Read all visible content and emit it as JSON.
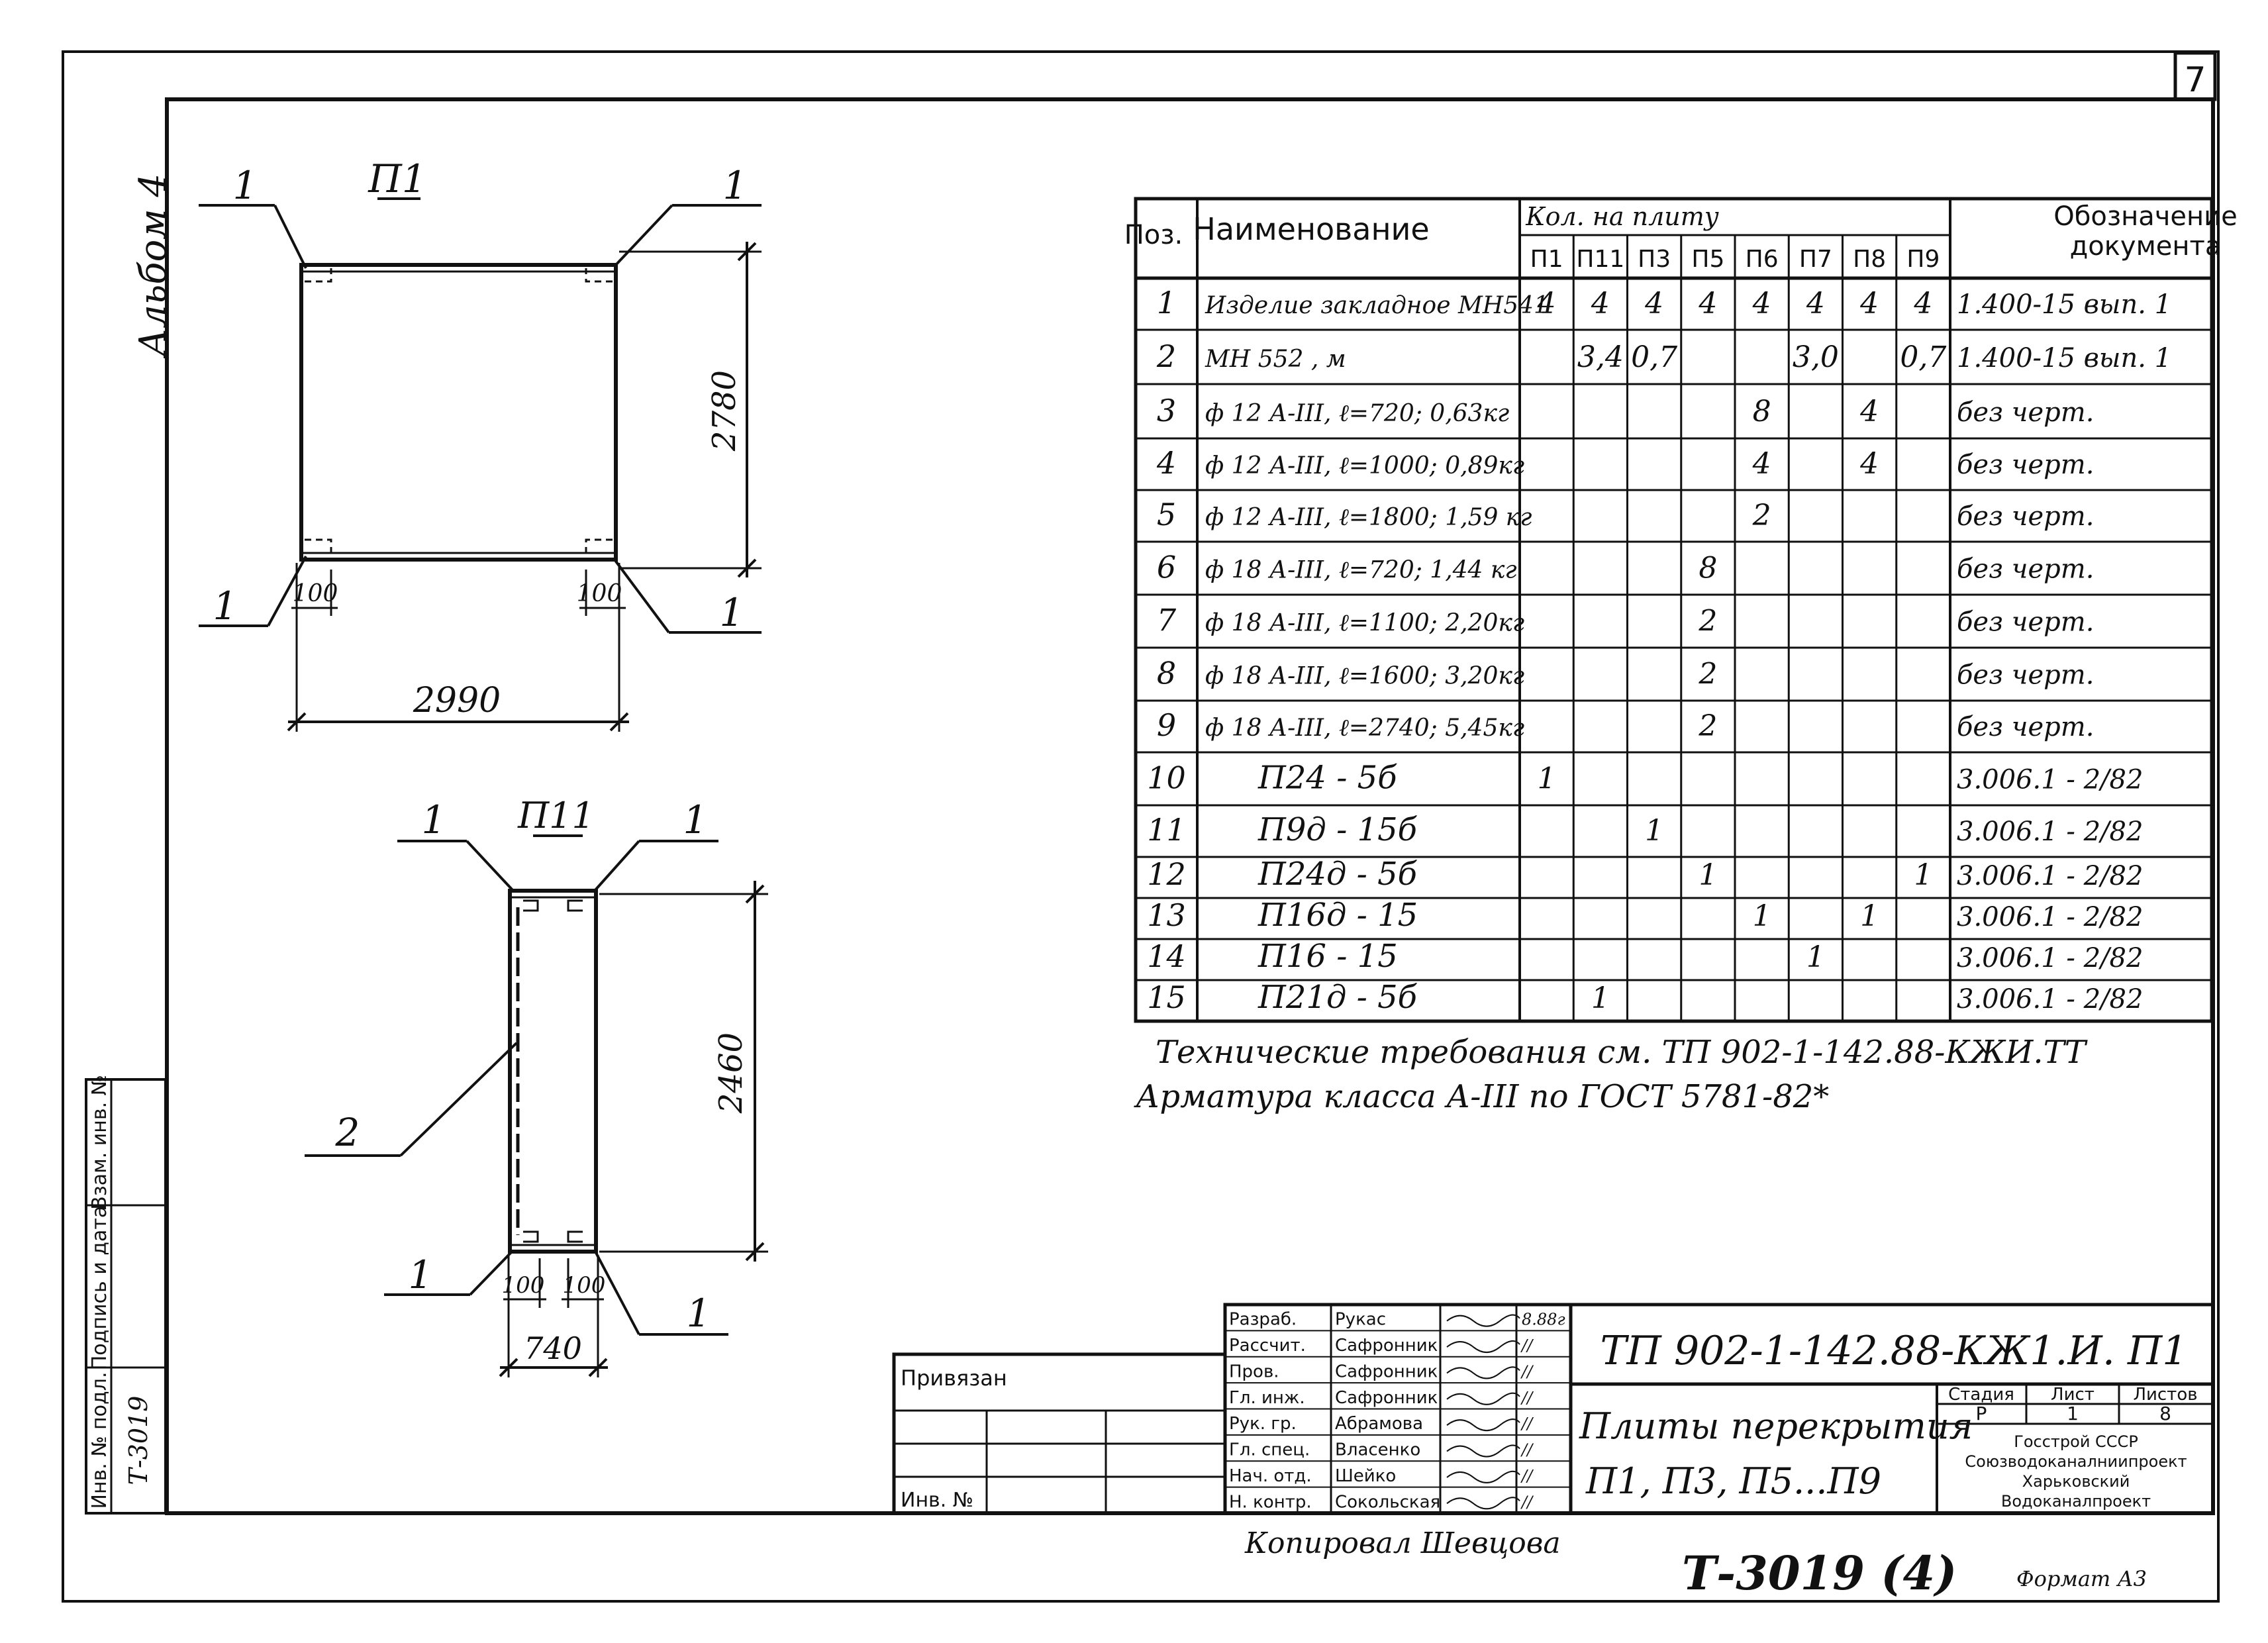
{
  "sheet_number": "7",
  "album_label": "Альбом 4",
  "drawing_p1": {
    "title": "П1",
    "callout_mark": "1",
    "dim_height": "2780",
    "dim_width": "2990",
    "dim_offset_left": "100",
    "dim_offset_right": "100"
  },
  "drawing_p11": {
    "title": "П11",
    "callout_mark": "1",
    "callout_bar": "2",
    "dim_height": "2460",
    "dim_width": "740",
    "dim_offset_left": "100",
    "dim_offset_right": "100"
  },
  "spec_table": {
    "header_pos": "Поз.",
    "header_name": "Наименование",
    "header_qty": "Кол. на плиту",
    "header_doc_line1": "Обозначение",
    "header_doc_line2": "документа",
    "plate_columns": [
      "П1",
      "П11",
      "П3",
      "П5",
      "П6",
      "П7",
      "П8",
      "П9"
    ],
    "rows": [
      {
        "pos": "1",
        "name": "Изделие закладное МН541",
        "qty": [
          "4",
          "4",
          "4",
          "4",
          "4",
          "4",
          "4",
          "4"
        ],
        "doc": "1.400-15 вып. 1"
      },
      {
        "pos": "2",
        "name": "МН 552 , м",
        "qty": [
          "",
          "3,4",
          "0,7",
          "",
          "",
          "3,0",
          "",
          "0,7"
        ],
        "doc": "1.400-15 вып. 1"
      },
      {
        "pos": "3",
        "name": "ф 12 А-III, ℓ=720; 0,63кг",
        "qty": [
          "",
          "",
          "",
          "",
          "8",
          "",
          "4",
          ""
        ],
        "doc": "без черт."
      },
      {
        "pos": "4",
        "name": "ф 12 А-III, ℓ=1000; 0,89кг",
        "qty": [
          "",
          "",
          "",
          "",
          "4",
          "",
          "4",
          ""
        ],
        "doc": "без черт."
      },
      {
        "pos": "5",
        "name": "ф 12 А-III, ℓ=1800; 1,59 кг",
        "qty": [
          "",
          "",
          "",
          "",
          "2",
          "",
          "",
          ""
        ],
        "doc": "без черт."
      },
      {
        "pos": "6",
        "name": "ф 18 А-III, ℓ=720; 1,44 кг",
        "qty": [
          "",
          "",
          "",
          "8",
          "",
          "",
          "",
          ""
        ],
        "doc": "без черт."
      },
      {
        "pos": "7",
        "name": "ф 18 А-III, ℓ=1100; 2,20кг",
        "qty": [
          "",
          "",
          "",
          "2",
          "",
          "",
          "",
          ""
        ],
        "doc": "без черт."
      },
      {
        "pos": "8",
        "name": "ф 18 А-III, ℓ=1600; 3,20кг",
        "qty": [
          "",
          "",
          "",
          "2",
          "",
          "",
          "",
          ""
        ],
        "doc": "без черт."
      },
      {
        "pos": "9",
        "name": "ф 18 А-III, ℓ=2740; 5,45кг",
        "qty": [
          "",
          "",
          "",
          "2",
          "",
          "",
          "",
          ""
        ],
        "doc": "без черт."
      },
      {
        "pos": "10",
        "name": "П24 - 5б",
        "qty": [
          "1",
          "",
          "",
          "",
          "",
          "",
          "",
          ""
        ],
        "doc": "3.006.1 - 2/82"
      },
      {
        "pos": "11",
        "name": "П9д - 15б",
        "qty": [
          "",
          "",
          "1",
          "",
          "",
          "",
          "",
          ""
        ],
        "doc": "3.006.1 - 2/82"
      },
      {
        "pos": "12",
        "name": "П24д - 5б",
        "qty": [
          "",
          "",
          "",
          "1",
          "",
          "",
          "",
          "1"
        ],
        "doc": "3.006.1 - 2/82"
      },
      {
        "pos": "13",
        "name": "П16д - 15",
        "qty": [
          "",
          "",
          "",
          "",
          "1",
          "",
          "1",
          ""
        ],
        "doc": "3.006.1 - 2/82"
      },
      {
        "pos": "14",
        "name": "П16 - 15",
        "qty": [
          "",
          "",
          "",
          "",
          "",
          "1",
          "",
          ""
        ],
        "doc": "3.006.1 - 2/82"
      },
      {
        "pos": "15",
        "name": "П21д - 5б",
        "qty": [
          "",
          "1",
          "",
          "",
          "",
          "",
          "",
          ""
        ],
        "doc": "3.006.1 - 2/82"
      }
    ]
  },
  "notes": {
    "line1": "Технические требования см. ТП 902-1-142.88-КЖИ.ТТ",
    "line2": "Арматура класса А-III по ГОСТ 5781-82*"
  },
  "left_stamp": {
    "labels": [
      "Инв. № подл.",
      "Подпись и дата",
      "Взам. инв. №"
    ],
    "inv_number": "Т-3019"
  },
  "binding_block": {
    "privyazan": "Привязан",
    "inv_no": "Инв. №"
  },
  "title_block": {
    "code": "ТП 902-1-142.88-КЖ1.И. П1",
    "title_line1": "Плиты перекрытия",
    "title_line2": "П1, П3, П5...П9",
    "stage_label": "Стадия",
    "sheet_label": "Лист",
    "sheets_label": "Листов",
    "stage": "Р",
    "sheet": "1",
    "sheets": "8",
    "org_line1": "Госстрой СССР",
    "org_line2": "Союзводоканалниипроект",
    "org_line3": "Харьковский",
    "org_line4": "Водоканалпроект",
    "signatures": [
      {
        "role": "Разраб.",
        "name": "Рукас",
        "date": "8.88г"
      },
      {
        "role": "Рассчит.",
        "name": "Сафронник",
        "date": "//"
      },
      {
        "role": "Пров.",
        "name": "Сафронник",
        "date": "//"
      },
      {
        "role": "Гл. инж.",
        "name": "Сафронник",
        "date": "//"
      },
      {
        "role": "Рук. гр.",
        "name": "Абрамова",
        "date": "//"
      },
      {
        "role": "Гл. спец.",
        "name": "Власенко",
        "date": "//"
      },
      {
        "role": "Нач. отд.",
        "name": "Шейко",
        "date": "//"
      },
      {
        "role": "Н. контр.",
        "name": "Сокольская",
        "date": "//"
      }
    ]
  },
  "bottom": {
    "copied": "Копировал Шевцова",
    "archive_number": "Т-3019 (4)",
    "format": "Формат А3"
  }
}
